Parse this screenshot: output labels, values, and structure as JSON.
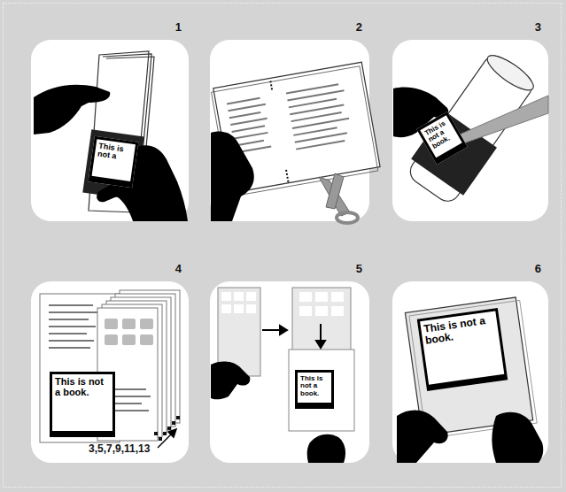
{
  "diagram": {
    "nodes": [
      {
        "text": [
          "1"
        ]
      },
      {
        "text": [
          "This is not a"
        ],
        "in": 0
      },
      {
        "text": [
          "2"
        ]
      },
      {
        "text": [
          "3"
        ]
      },
      {
        "text": [
          "This is not a book."
        ],
        "in": 3
      },
      {
        "text": [
          "4"
        ]
      },
      {
        "text": [
          "This is not a book."
        ],
        "in": 5
      },
      {
        "text": [
          "5"
        ]
      },
      {
        "text": [
          "This is not a book."
        ],
        "in": 7
      },
      {
        "text": [
          "6"
        ]
      },
      {
        "text": [
          "This is not a book."
        ],
        "in": 9
      }
    ],
    "labels": [
      "3,5,7,9,11,13"
    ]
  }
}
